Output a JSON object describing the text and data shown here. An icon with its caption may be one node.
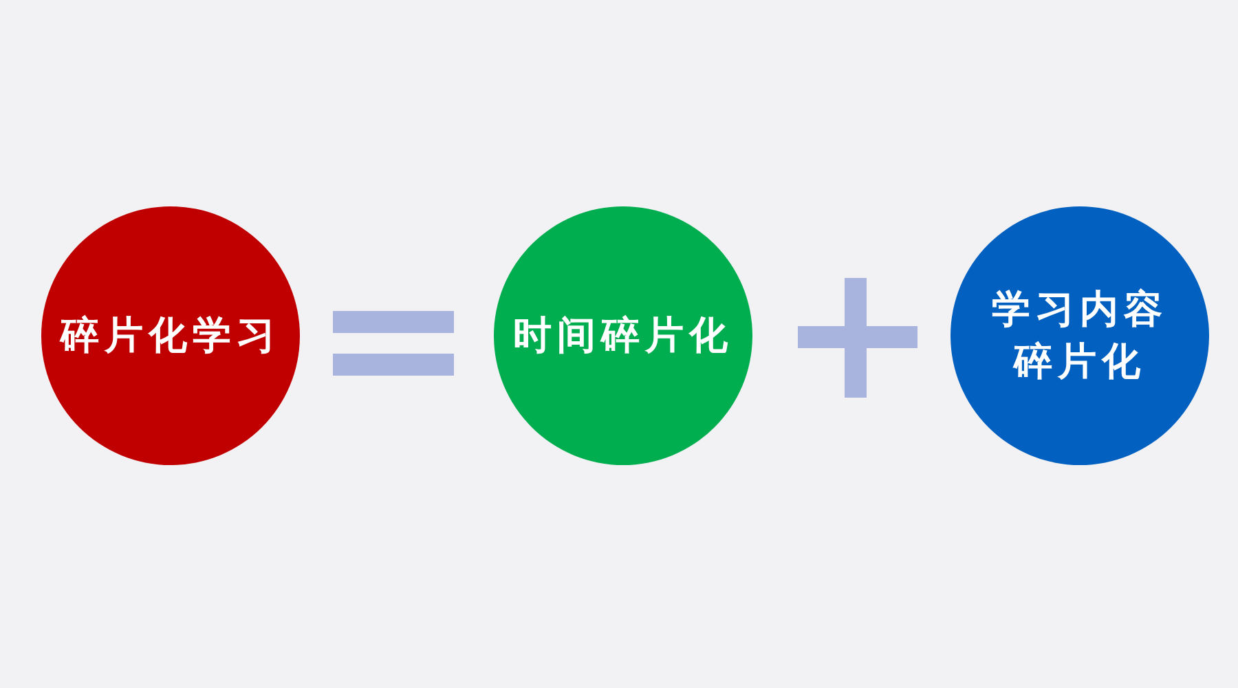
{
  "diagram": {
    "nodes": [
      {
        "text": [
          "碎片化学习"
        ]
      },
      {
        "text": [
          "时间碎片化"
        ]
      },
      {
        "text": [
          "学习内容碎片化"
        ]
      }
    ]
  }
}
